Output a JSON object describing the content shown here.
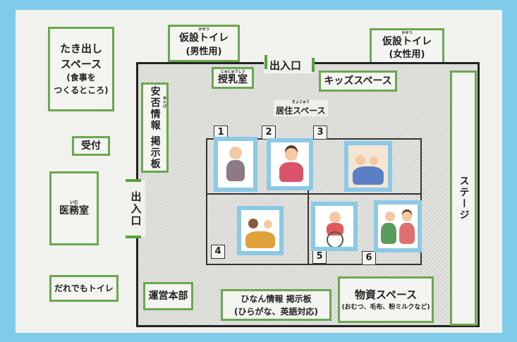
{
  "outside": {
    "cooking": {
      "line1": "たき出し",
      "line2": "スペース",
      "line3": "(食事を",
      "line4": "つくるところ)"
    },
    "toilet_male": {
      "ruby": "かせつ",
      "title": "仮設トイレ",
      "sub": "(男性用)"
    },
    "toilet_female": {
      "ruby": "かせつ",
      "title": "仮設トイレ",
      "sub": "(女性用)"
    },
    "reception": "受付",
    "medical": {
      "ruby": "いむ",
      "label": "医務室"
    },
    "accessible_toilet": "だれでもトイレ"
  },
  "hall": {
    "entrance_top": "出入口",
    "entrance_left": "出入口",
    "nursing": {
      "ruby": "じゅにゅうしつ",
      "label": "授乳室"
    },
    "kids": "キッズスペース",
    "safety_board": {
      "ruby": "あんぴ",
      "label": "安否情報 掲示板"
    },
    "living": {
      "ruby": "きょじゅう",
      "label": "居住スペース"
    },
    "stage": "ステージ",
    "hq": "運営本部",
    "info_board": {
      "title": "ひなん情報 掲示板",
      "sub": "(ひらがな、英語対応)"
    },
    "supplies": {
      "title": "物資スペース",
      "sub": "(おむつ、毛布、粉ミルクなど)"
    },
    "zones": [
      "1",
      "2",
      "3",
      "4",
      "5",
      "6"
    ]
  },
  "colors": {
    "green": "#6aa84f",
    "card_blue": "#8cc9e6",
    "background": "#7fcbea"
  }
}
